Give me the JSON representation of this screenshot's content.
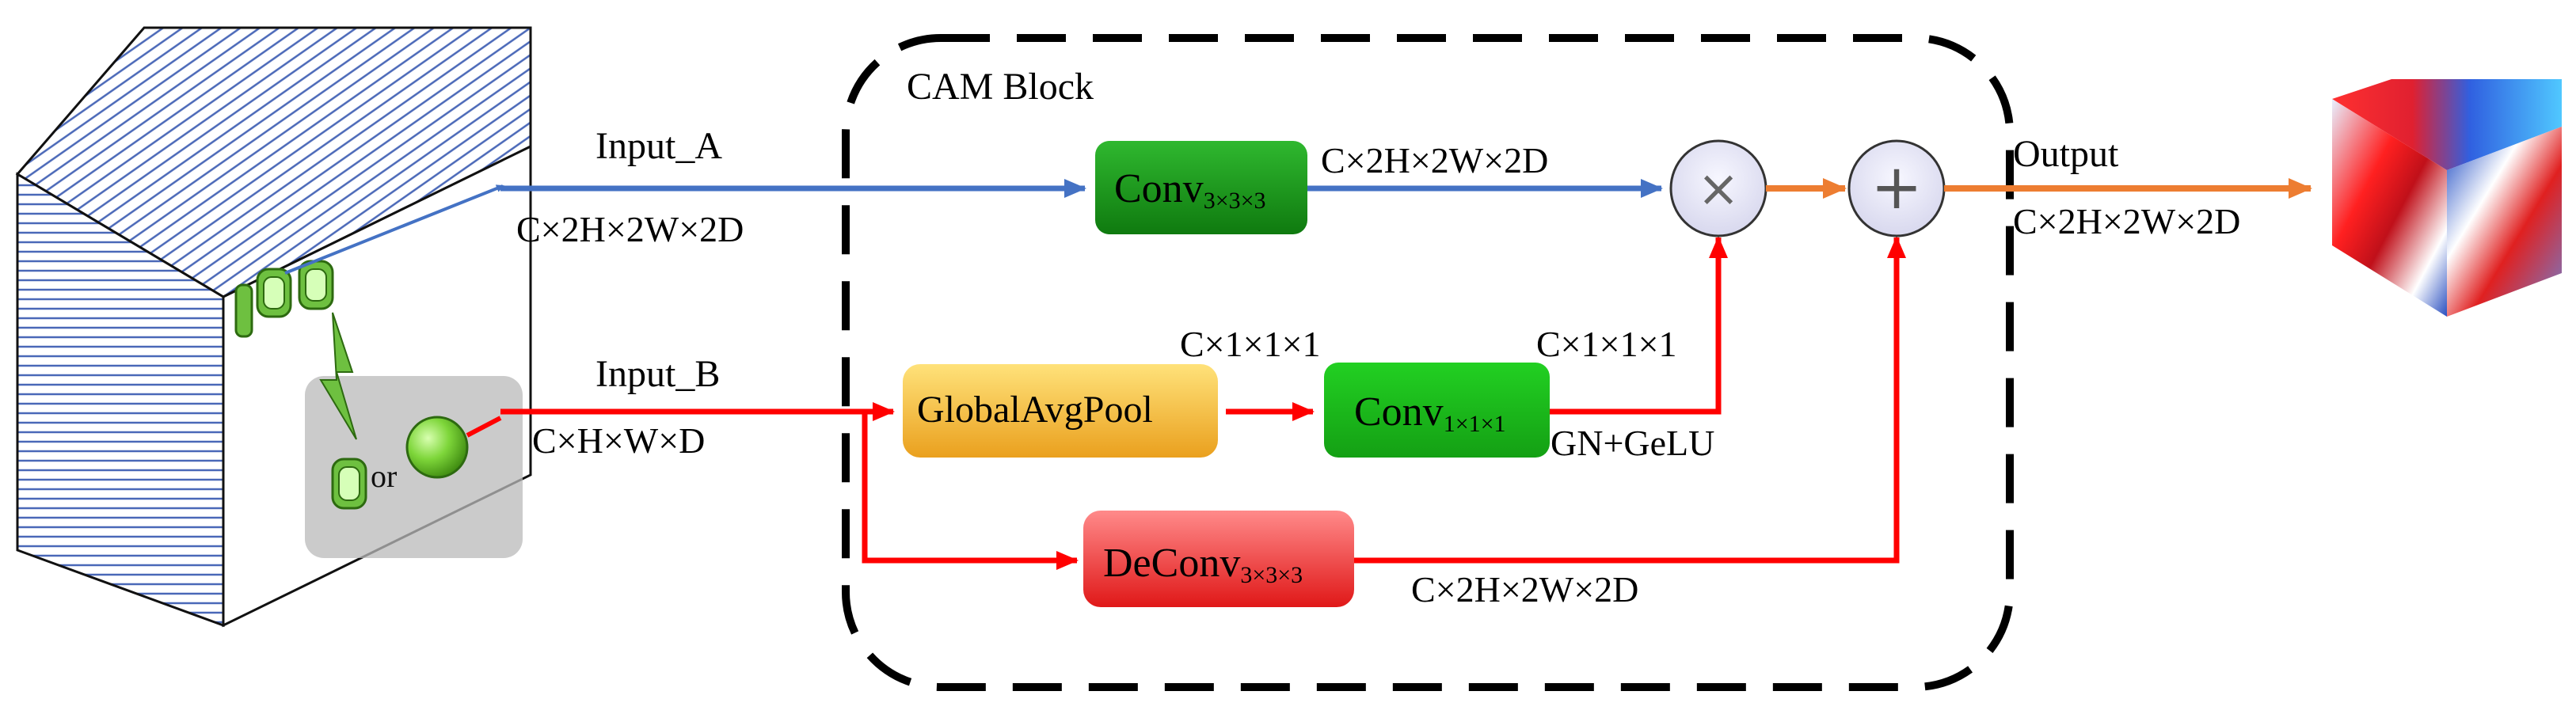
{
  "block": {
    "title": "CAM Block"
  },
  "inputs": {
    "a": {
      "label": "Input_A",
      "shape": "C×2H×2W×2D"
    },
    "b": {
      "label": "Input_B",
      "shape": "C×H×W×D"
    }
  },
  "nodes": {
    "conv3": {
      "main": "Conv",
      "sub": "3×3×3"
    },
    "pool": {
      "main": "GlobalAvgPool"
    },
    "conv1": {
      "main": "Conv",
      "sub": "1×1×1"
    },
    "deconv": {
      "main": "DeConv",
      "sub": "3×3×3"
    },
    "multiply": "×",
    "add": "+"
  },
  "edge_labels": {
    "conv3_out": "C×2H×2W×2D",
    "pool_out": "C×1×1×1",
    "conv1_out": "C×1×1×1",
    "norm_act": "GN+GeLU",
    "deconv_out": "C×2H×2W×2D"
  },
  "output": {
    "label": "Output",
    "shape": "C×2H×2W×2D"
  },
  "input_cube_glyph": "or",
  "colors": {
    "path_a": "#4472C4",
    "path_b": "#FF0000",
    "output_path": "#ED7D31",
    "conv_green": "#1E9E1E",
    "pool_gold": "#F2B62F",
    "deconv_red": "#F0353B",
    "operator_fill": "#E6E6F5"
  }
}
